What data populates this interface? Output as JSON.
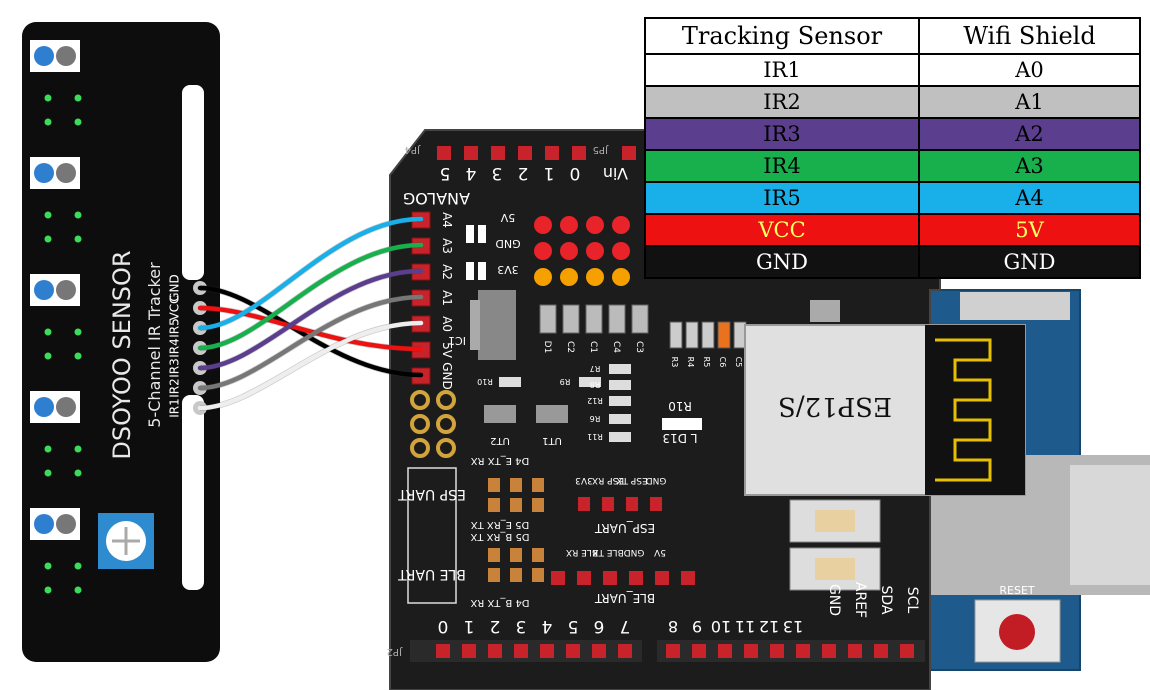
{
  "sensor": {
    "brand": "DSOYOO SENSOR",
    "model": "5-Channel IR Tracker",
    "pins": [
      "GND",
      "VCC",
      "IR5",
      "IR4",
      "IR3",
      "IR2",
      "IR1"
    ]
  },
  "shield": {
    "analog_title": "ANALOG",
    "analog_header_digits": [
      "5",
      "4",
      "3",
      "2",
      "1",
      "0"
    ],
    "jp4": "JP4",
    "jp5": "JP5",
    "vin": "Vin",
    "analog_pins": [
      "A4",
      "A3",
      "A2",
      "A1",
      "A0",
      "5V",
      "GND"
    ],
    "power_labels": [
      "5V",
      "GND",
      "3V3"
    ],
    "ic1": "IC1",
    "caps": [
      "D1",
      "C2",
      "C1",
      "C4",
      "C3"
    ],
    "res": [
      "R3",
      "R4",
      "R5",
      "C6",
      "C5"
    ],
    "small_parts": [
      "R10",
      "R9",
      "R7",
      "R8",
      "R12",
      "R6",
      "R11"
    ],
    "regs": [
      "UT2",
      "UT1"
    ],
    "led": [
      "R10",
      "L D13"
    ],
    "esp_module": "ESP12/S",
    "esp_uart_box": "ESP UART",
    "ble_uart_box": "BLE UART",
    "esp_uart_cols": [
      "D4 E_TX RX"
    ],
    "mid_labels": [
      "D5 E_RX TX",
      "D5 B_RX TX",
      "D4 B_TX RX"
    ],
    "esp_uart_header": [
      "3V3",
      "ESP RX",
      "ESP TX",
      "GND"
    ],
    "esp_uart_title": "ESP_UART",
    "ble_header": [
      "BLE RX",
      "BLE TX",
      "GND",
      "5V"
    ],
    "ble_uart_title": "BLE_UART",
    "jp2": "JP2",
    "bottom_left_digits": [
      "0",
      "1",
      "2",
      "3",
      "4",
      "5",
      "6",
      "7"
    ],
    "bottom_right_digits": [
      "8",
      "9",
      "10",
      "11",
      "12",
      "13"
    ],
    "bottom_right_labels": [
      "GND",
      "AREF",
      "SDA",
      "SCL"
    ],
    "reset": "RESET"
  },
  "table": {
    "headers": [
      "Tracking Sensor",
      "Wifi Shield"
    ],
    "rows": [
      {
        "sensor": "IR1",
        "shield": "A0",
        "bg": "#ffffff",
        "fg": "#000000"
      },
      {
        "sensor": "IR2",
        "shield": "A1",
        "bg": "#c0c0c0",
        "fg": "#000000"
      },
      {
        "sensor": "IR3",
        "shield": "A2",
        "bg": "#5b3e8e",
        "fg": "#000000"
      },
      {
        "sensor": "IR4",
        "shield": "A3",
        "bg": "#18b04c",
        "fg": "#000000"
      },
      {
        "sensor": "IR5",
        "shield": "A4",
        "bg": "#19afe8",
        "fg": "#000000"
      },
      {
        "sensor": "VCC",
        "shield": "5V",
        "bg": "#ee1111",
        "fg": "#ffff66"
      },
      {
        "sensor": "GND",
        "shield": "GND",
        "bg": "#111111",
        "fg": "#ffffff"
      }
    ]
  },
  "wires": [
    {
      "from": "GND",
      "to": "GND",
      "color": "#000000"
    },
    {
      "from": "VCC",
      "to": "5V",
      "color": "#ee1111"
    },
    {
      "from": "IR5",
      "to": "A4",
      "color": "#19afe8"
    },
    {
      "from": "IR4",
      "to": "A3",
      "color": "#18b04c"
    },
    {
      "from": "IR3",
      "to": "A2",
      "color": "#5b3e8e"
    },
    {
      "from": "IR2",
      "to": "A1",
      "color": "#777777"
    },
    {
      "from": "IR1",
      "to": "A0",
      "color": "#eeeeee"
    }
  ]
}
